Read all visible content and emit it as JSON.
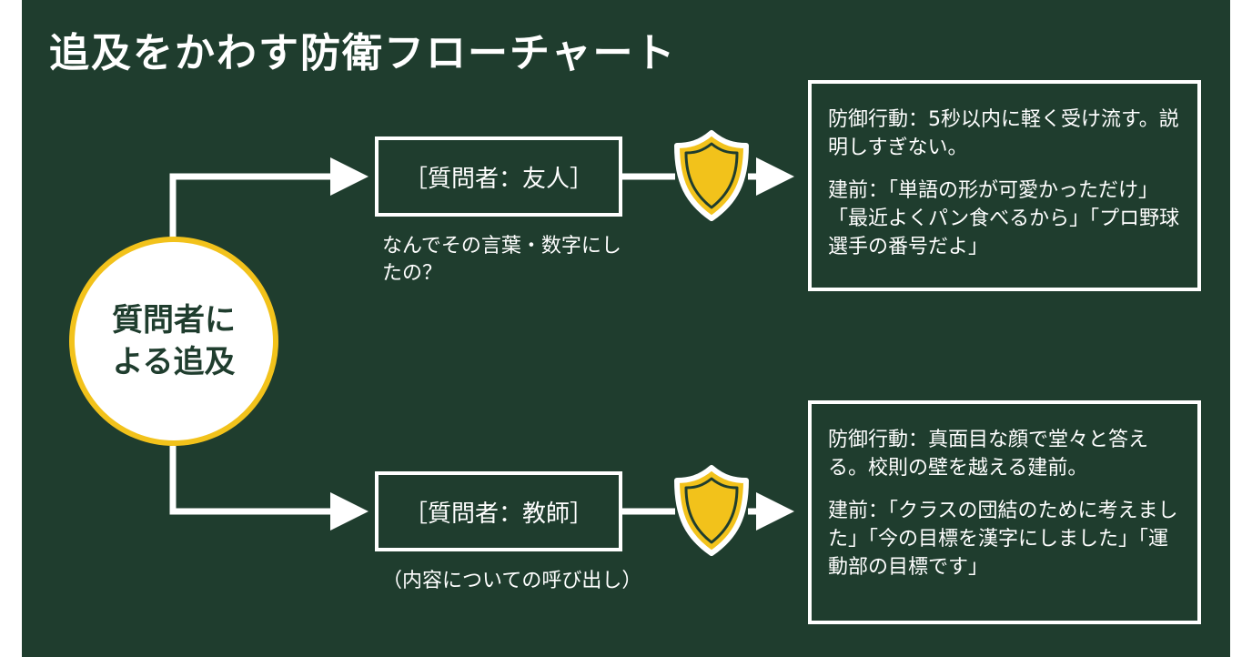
{
  "title": "追及をかわす防衛フローチャート",
  "center": {
    "label": "質問者による追及"
  },
  "branches": [
    {
      "questioner": "［質問者：友人］",
      "question": "なんでその言葉・数字にしたの？",
      "action": "防御行動：5秒以内に軽く受け流す。説明しすぎない。",
      "pretext": "建前：「単語の形が可愛かっただけ」「最近よくパン食べるから」「プロ野球選手の番号だよ」"
    },
    {
      "questioner": "［質問者：教師］",
      "question": "（内容についての呼び出し）",
      "action": "防御行動：真面目な顔で堂々と答える。校則の壁を越える建前。",
      "pretext": "建前：「クラスの団結のために考えました」「今の目標を漢字にしました」「運動部の目標です」"
    }
  ],
  "icons": {
    "shield": "shield-icon"
  },
  "colors": {
    "board": "#1f3d2e",
    "accent": "#f2c21b",
    "line": "#ffffff"
  }
}
